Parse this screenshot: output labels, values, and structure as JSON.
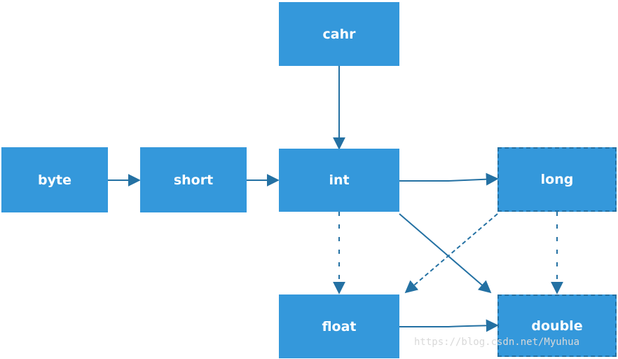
{
  "nodes": {
    "cahr": "cahr",
    "byte": "byte",
    "short": "short",
    "int": "int",
    "long": "long",
    "float": "float",
    "double": "double"
  },
  "edges": [
    {
      "from": "cahr",
      "to": "int",
      "style": "solid"
    },
    {
      "from": "byte",
      "to": "short",
      "style": "solid"
    },
    {
      "from": "short",
      "to": "int",
      "style": "solid"
    },
    {
      "from": "int",
      "to": "long",
      "style": "solid"
    },
    {
      "from": "int",
      "to": "float",
      "style": "dotted"
    },
    {
      "from": "int",
      "to": "double",
      "style": "solid"
    },
    {
      "from": "long",
      "to": "float",
      "style": "dashed"
    },
    {
      "from": "long",
      "to": "double",
      "style": "dotted"
    },
    {
      "from": "float",
      "to": "double",
      "style": "solid"
    }
  ],
  "watermark": "https://blog.csdn.net/Myuhua",
  "colors": {
    "node_fill": "#3498db",
    "edge": "#2471a3",
    "node_text": "#ffffff"
  }
}
